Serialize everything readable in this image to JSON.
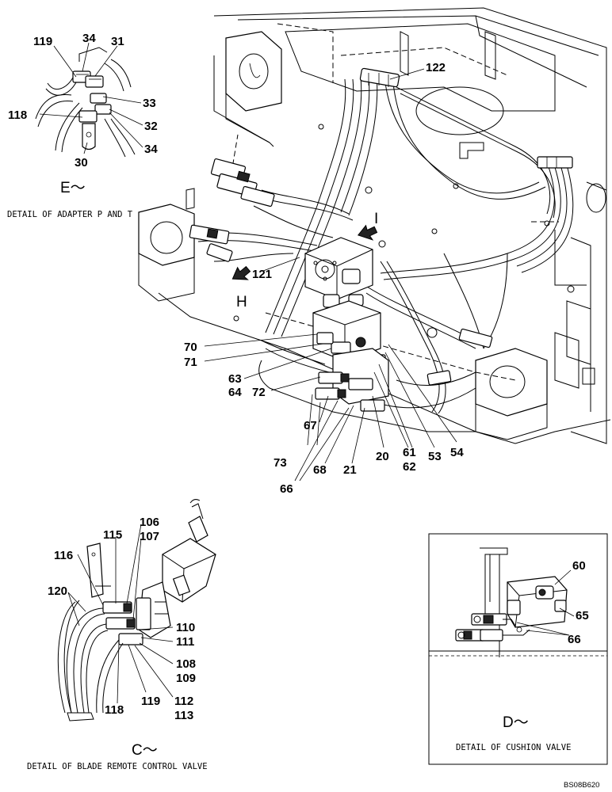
{
  "main_view": {
    "part_numbers": [
      "122",
      "121",
      "70",
      "71",
      "63",
      "64",
      "72",
      "67",
      "73",
      "66",
      "68",
      "21",
      "20",
      "61",
      "62",
      "53",
      "54"
    ],
    "view_markers": {
      "h": "H",
      "i": "I"
    }
  },
  "detail_e": {
    "marker": "E～",
    "caption": "DETAIL OF ADAPTER P AND T",
    "part_numbers": [
      "119",
      "34",
      "31",
      "33",
      "118",
      "32",
      "34",
      "30"
    ]
  },
  "detail_c": {
    "marker": "C～",
    "caption": "DETAIL OF BLADE REMOTE CONTROL VALVE",
    "part_numbers": [
      "106",
      "107",
      "115",
      "116",
      "120",
      "110",
      "111",
      "108",
      "109",
      "118",
      "119",
      "112",
      "113"
    ]
  },
  "detail_d": {
    "marker": "D～",
    "caption": "DETAIL OF CUSHION VALVE",
    "part_numbers": [
      "60",
      "65",
      "66"
    ]
  },
  "drawing_ref": "BS08B620"
}
